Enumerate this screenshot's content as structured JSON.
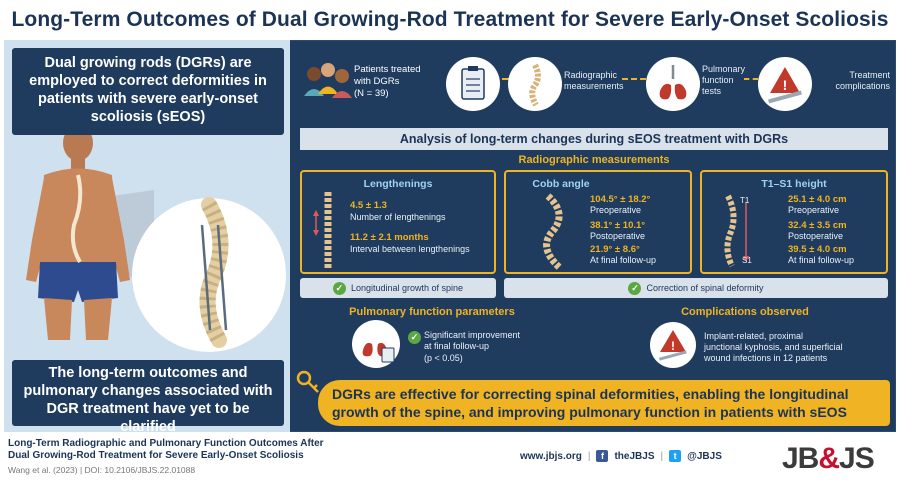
{
  "title": "Long-Term Outcomes of Dual Growing-Rod Treatment for Severe Early-Onset Scoliosis",
  "left_panel": {
    "top_text": "Dual growing rods (DGRs) are employed to correct deformities in patients with severe early-onset scoliosis (sEOS)",
    "bottom_text": "The long-term outcomes and pulmonary changes associated with DGR treatment have yet to be clarified"
  },
  "flow": {
    "patients_line1": "Patients treated",
    "patients_line2": "with DGRs",
    "patients_line3": "(N = 39)",
    "step1": "Radiographic measurements",
    "step2": "Pulmonary function tests",
    "step3": "Treatment complications"
  },
  "analysis_title": "Analysis of long-term changes during sEOS treatment with DGRs",
  "radiographic_heading": "Radiographic measurements",
  "lengthenings": {
    "title": "Lengthenings",
    "v1": "4.5 ± 1.3",
    "l1": "Number of lengthenings",
    "v2": "11.2 ± 2.1 months",
    "l2": "Interval between lengthenings"
  },
  "cobb": {
    "title": "Cobb angle",
    "v1": "104.5° ± 18.2°",
    "l1": "Preoperative",
    "v2": "38.1° ± 10.1°",
    "l2": "Postoperative",
    "v3": "21.9° ± 8.6°",
    "l3": "At final follow-up"
  },
  "t1s1": {
    "title": "T1–S1 height",
    "v1": "25.1 ± 4.0 cm",
    "l1": "Preoperative",
    "v2": "32.4 ± 3.5 cm",
    "l2": "Postoperative",
    "v3": "39.5 ± 4.0 cm",
    "l3": "At final follow-up",
    "top_mark": "T1",
    "bottom_mark": "S1"
  },
  "pill_left": "Longitudinal growth of spine",
  "pill_right": "Correction of spinal deformity",
  "pulmonary": {
    "heading": "Pulmonary function parameters",
    "line1": "Significant improvement",
    "line2": "at final follow-up",
    "line3": "(p < 0.05)"
  },
  "complications": {
    "heading": "Complications observed",
    "line1": "Implant-related, proximal",
    "line2": "junctional kyphosis, and superficial",
    "line3": "wound infections in 12 patients"
  },
  "conclusion": "DGRs are effective for correcting spinal deformities, enabling the longitudinal growth of the spine, and improving pulmonary function in patients with sEOS",
  "footer": {
    "title_line1": "Long-Term Radiographic and Pulmonary Function Outcomes After",
    "title_line2": "Dual Growing-Rod Treatment for Severe Early-Onset Scoliosis",
    "citation": "Wang et al. (2023) | DOI: 10.2106/JBJS.22.01088",
    "website": "www.jbjs.org",
    "facebook": "theJBJS",
    "twitter": "@JBJS",
    "logo_left": "JB",
    "logo_amp": "&",
    "logo_right": "JS"
  },
  "colors": {
    "navy": "#1f3c5f",
    "gold": "#f0b323",
    "light_blue": "#cfe0ee",
    "green_check": "#5ba843"
  }
}
